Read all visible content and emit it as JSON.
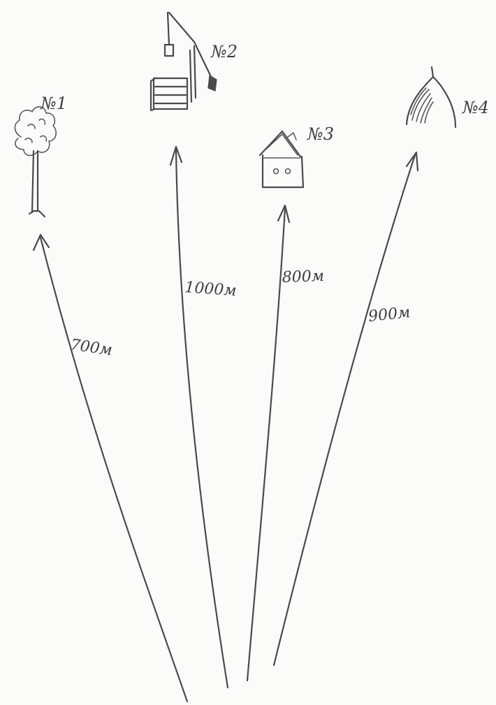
{
  "landmarks": [
    {
      "label": "№1",
      "icon": "tree-icon",
      "distance": "700м"
    },
    {
      "label": "№2",
      "icon": "well-icon",
      "distance": "1000м"
    },
    {
      "label": "№3",
      "icon": "house-icon",
      "distance": "800м"
    },
    {
      "label": "№4",
      "icon": "haystack-icon",
      "distance": "900м"
    }
  ],
  "colors": {
    "paper": "#fbfbfa",
    "ink": "#4a4a4a"
  }
}
